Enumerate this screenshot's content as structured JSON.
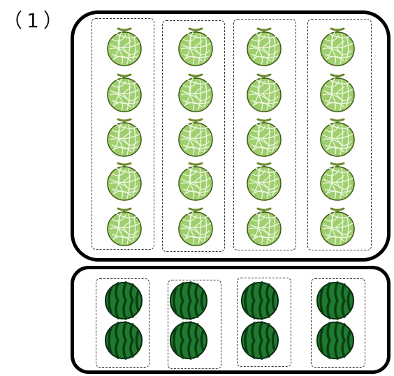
{
  "problem": {
    "label": "（1）"
  },
  "melons": {
    "groups": 4,
    "per_group": 5
  },
  "watermelons": {
    "groups": 4,
    "per_group": 2
  },
  "colors": {
    "melon_fill": "#9fcf6e",
    "melon_net": "#eef7e2",
    "melon_stem": "#6b8a2a",
    "watermelon_fill": "#1f7a2e",
    "watermelon_stripe": "#0b3d14",
    "outline": "#000000"
  },
  "icons": {
    "melon": "melon-icon",
    "watermelon": "watermelon-icon"
  }
}
